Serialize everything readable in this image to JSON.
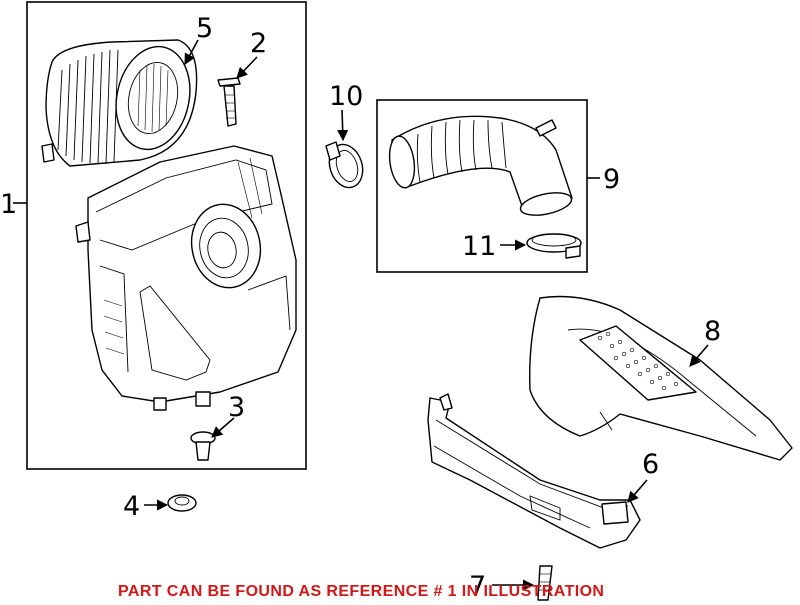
{
  "diagram": {
    "callouts": [
      "1",
      "2",
      "3",
      "4",
      "5",
      "6",
      "7",
      "8",
      "9",
      "10",
      "11"
    ],
    "notice": "PART CAN BE FOUND AS REFERENCE # 1 IN ILLUSTRATION",
    "notice_color": "#d01818"
  }
}
